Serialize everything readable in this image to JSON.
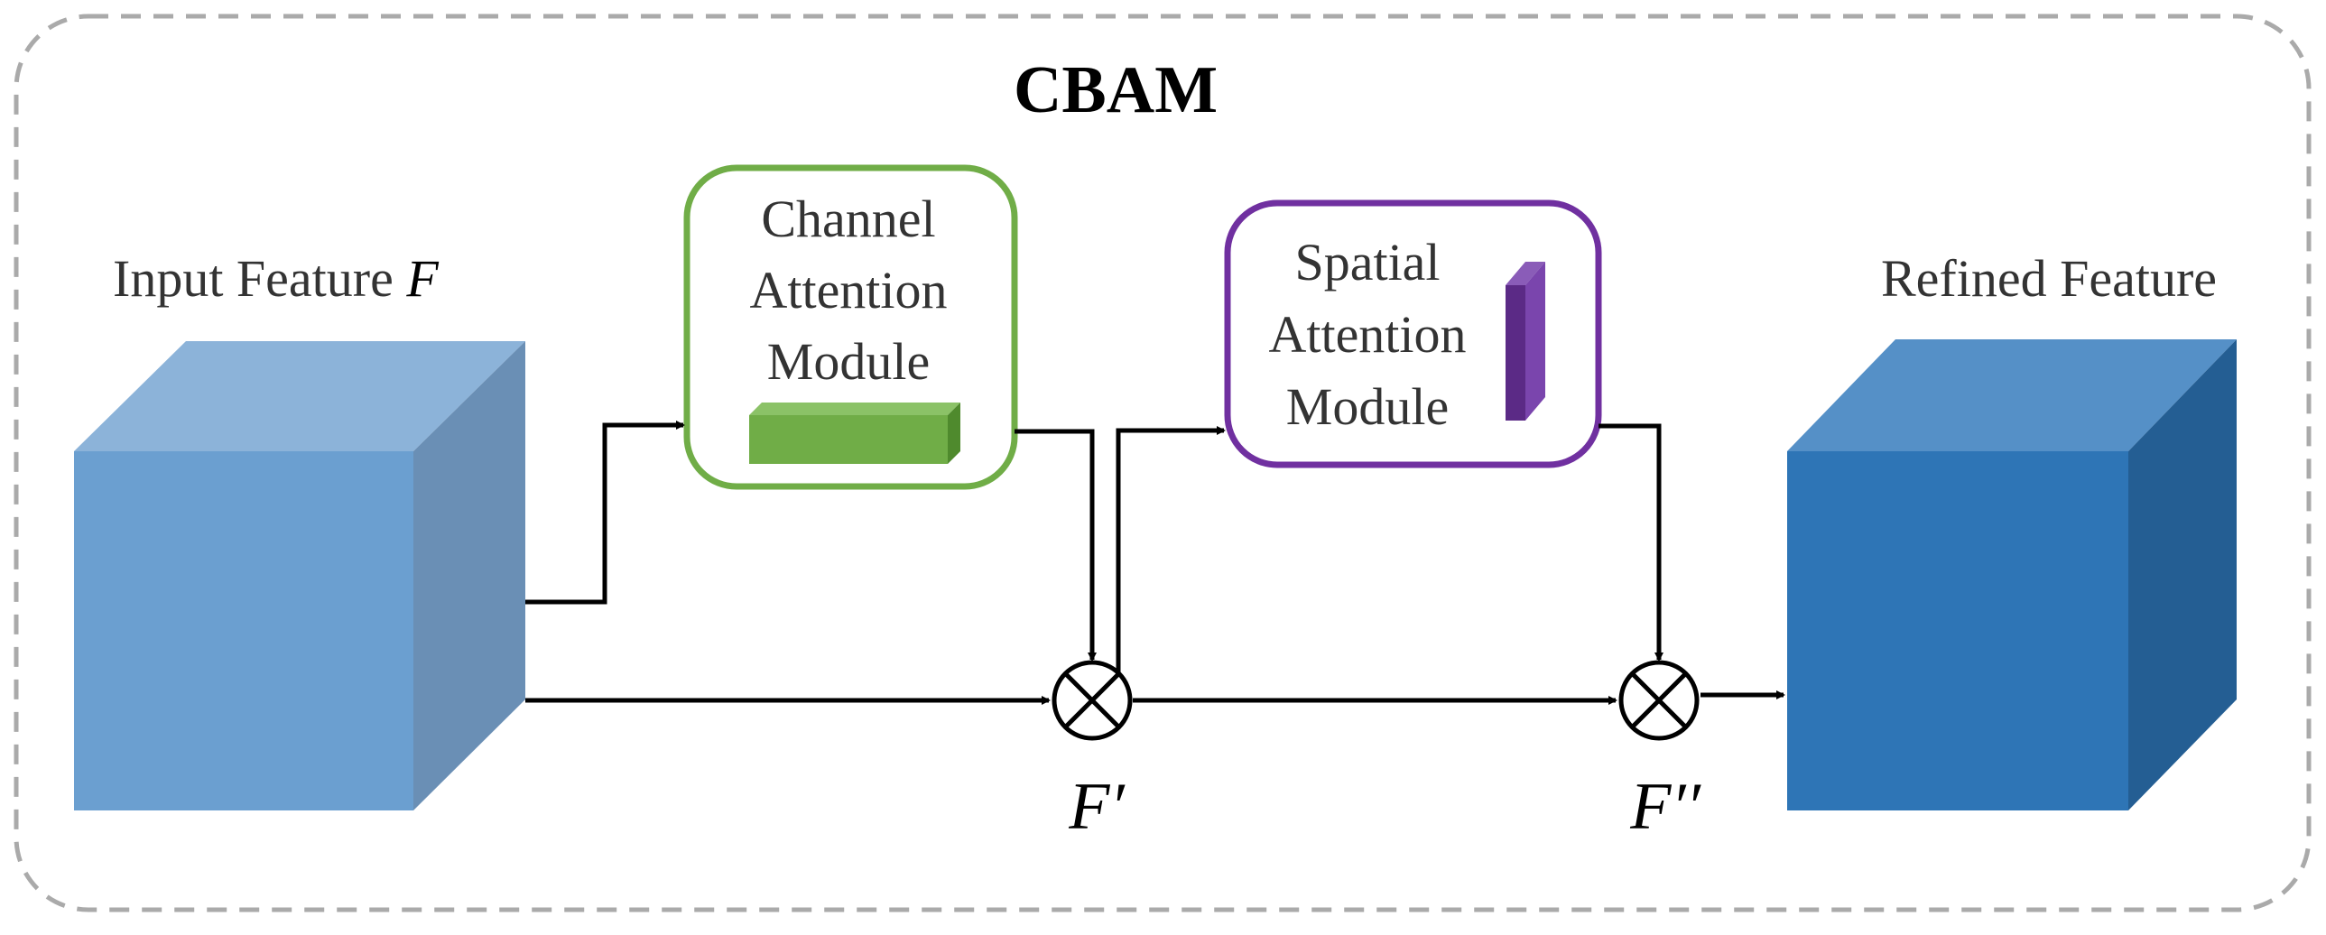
{
  "diagram": {
    "title": "CBAM",
    "input_label": "Input Feature",
    "input_symbol": "F",
    "output_label": "Refined Feature",
    "channel_module": {
      "lines": [
        "Channel",
        "Attention",
        "Module"
      ]
    },
    "spatial_module": {
      "lines": [
        "Spatial",
        "Attention",
        "Module"
      ]
    },
    "f_prime": "F′",
    "f_double_prime": "F′′",
    "colors": {
      "frame": "#aaaaaa",
      "input_front": "#6b9fd0",
      "input_top": "#8cb3d9",
      "input_side": "#6a8fb5",
      "output_front": "#2e75b6",
      "output_top": "#5590c7",
      "output_side": "#245e93",
      "channel_border": "#70ad47",
      "channel_bar_front": "#70ad47",
      "channel_bar_top": "#8bc267",
      "channel_bar_side": "#4f8a2d",
      "spatial_border": "#7030a0",
      "spatial_bar_front": "#5b2a86",
      "spatial_bar_top": "#8a5cb8",
      "spatial_bar_side": "#7a45ad",
      "arrow": "#000000"
    }
  }
}
